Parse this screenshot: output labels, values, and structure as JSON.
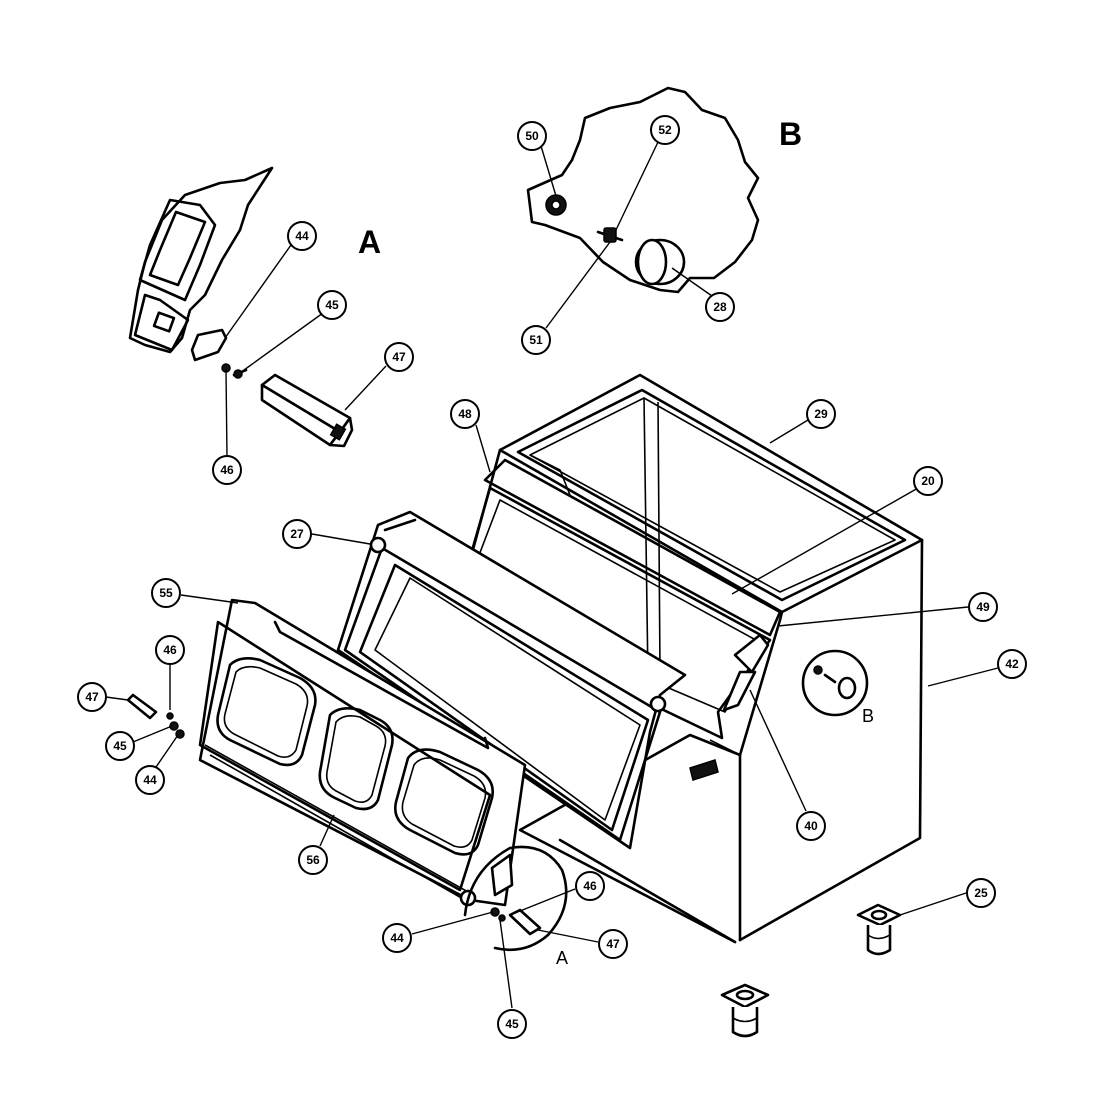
{
  "detail_labels": {
    "detail_a_title": "A",
    "detail_b_title": "B",
    "detail_a_marker": "A",
    "detail_b_marker": "B"
  },
  "callouts": [
    {
      "id": "c50",
      "label": "50"
    },
    {
      "id": "c52",
      "label": "52"
    },
    {
      "id": "c51",
      "label": "51"
    },
    {
      "id": "c28",
      "label": "28"
    },
    {
      "id": "c44a",
      "label": "44"
    },
    {
      "id": "c45a",
      "label": "45"
    },
    {
      "id": "c47a",
      "label": "47"
    },
    {
      "id": "c46a",
      "label": "46"
    },
    {
      "id": "c48",
      "label": "48"
    },
    {
      "id": "c29",
      "label": "29"
    },
    {
      "id": "c20",
      "label": "20"
    },
    {
      "id": "c27",
      "label": "27"
    },
    {
      "id": "c55",
      "label": "55"
    },
    {
      "id": "c49",
      "label": "49"
    },
    {
      "id": "c42",
      "label": "42"
    },
    {
      "id": "c46b",
      "label": "46"
    },
    {
      "id": "c47b",
      "label": "47"
    },
    {
      "id": "c45b",
      "label": "45"
    },
    {
      "id": "c44b",
      "label": "44"
    },
    {
      "id": "c40",
      "label": "40"
    },
    {
      "id": "c56",
      "label": "56"
    },
    {
      "id": "c46c",
      "label": "46"
    },
    {
      "id": "c44c",
      "label": "44"
    },
    {
      "id": "c47c",
      "label": "47"
    },
    {
      "id": "c45c",
      "label": "45"
    },
    {
      "id": "c25",
      "label": "25"
    }
  ]
}
